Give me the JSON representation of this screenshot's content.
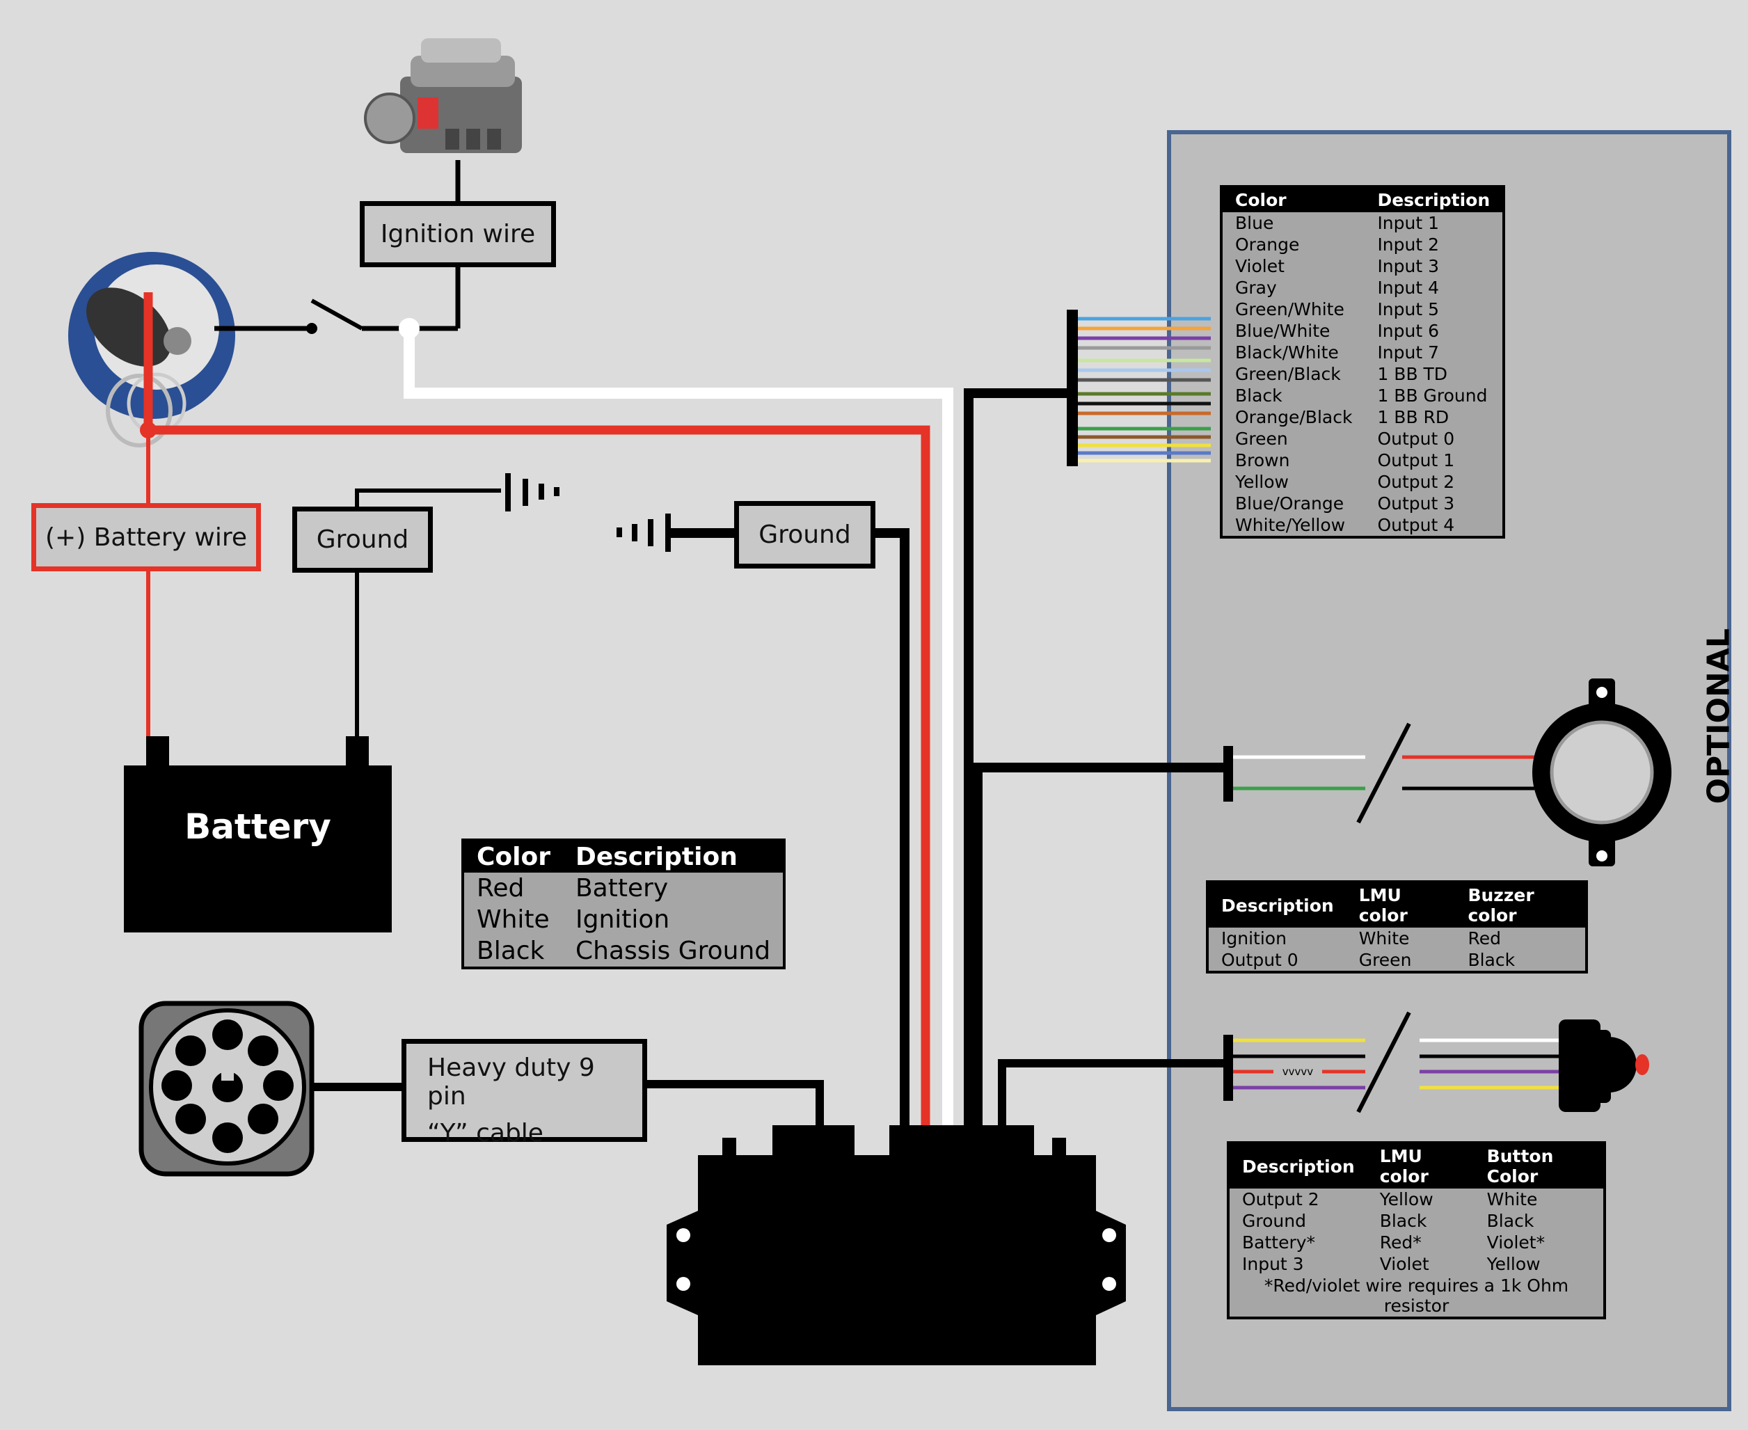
{
  "labels": {
    "ignition_wire": "Ignition wire",
    "battery_wire": "(+) Battery wire",
    "ground_left": "Ground",
    "ground_right": "Ground",
    "battery": "Battery",
    "cable_line1": "Heavy duty 9 pin",
    "cable_line2": "“Y” cable",
    "optional": "OPTIONAL"
  },
  "main_table": {
    "headers": [
      "Color",
      "Description"
    ],
    "rows": [
      [
        "Red",
        "Battery"
      ],
      [
        "White",
        "Ignition"
      ],
      [
        "Black",
        "Chassis Ground"
      ]
    ]
  },
  "harness_table": {
    "headers": [
      "Color",
      "Description"
    ],
    "rows": [
      [
        "Blue",
        "Input 1"
      ],
      [
        "Orange",
        "Input 2"
      ],
      [
        "Violet",
        "Input 3"
      ],
      [
        "Gray",
        "Input 4"
      ],
      [
        "Green/White",
        "Input 5"
      ],
      [
        "Blue/White",
        "Input 6"
      ],
      [
        "Black/White",
        "Input 7"
      ],
      [
        "Green/Black",
        "1 BB TD"
      ],
      [
        "Black",
        "1 BB Ground"
      ],
      [
        "Orange/Black",
        "1 BB RD"
      ],
      [
        "Green",
        "Output 0"
      ],
      [
        "Brown",
        "Output 1"
      ],
      [
        "Yellow",
        "Output 2"
      ],
      [
        "Blue/Orange",
        "Output 3"
      ],
      [
        "White/Yellow",
        "Output 4"
      ]
    ]
  },
  "buzzer_table": {
    "headers": [
      "Description",
      "LMU color",
      "Buzzer color"
    ],
    "rows": [
      [
        "Ignition",
        "White",
        "Red"
      ],
      [
        "Output 0",
        "Green",
        "Black"
      ]
    ]
  },
  "button_table": {
    "headers": [
      "Description",
      "LMU color",
      "Button Color"
    ],
    "rows": [
      [
        "Output 2",
        "Yellow",
        "White"
      ],
      [
        "Ground",
        "Black",
        "Black"
      ],
      [
        "Battery*",
        "Red*",
        "Violet*"
      ],
      [
        "Input 3",
        "Violet",
        "Yellow"
      ]
    ],
    "note": "*Red/violet wire requires a 1k Ohm resistor"
  },
  "resistor_mark": "vvvvv",
  "colors": {
    "background": "#dcdcdc",
    "optional_panel": "#bdbdbd",
    "optional_border": "#4a6590",
    "battery_wire": "#e53327",
    "ignition_wire": "#ffffff",
    "ground_wire": "#000000",
    "table_body": "#a6a6a6"
  },
  "harness_wire_colors": [
    "#4aa3df",
    "#f5a33a",
    "#7b3fa6",
    "#9a9a9a",
    "#c8e6a0",
    "#aac8ee",
    "#555555",
    "#5a7a2a",
    "#111111",
    "#c86a2a",
    "#3aa04a",
    "#8a5a2a",
    "#f0e040",
    "#5a7ac8",
    "#f8f0b0"
  ]
}
